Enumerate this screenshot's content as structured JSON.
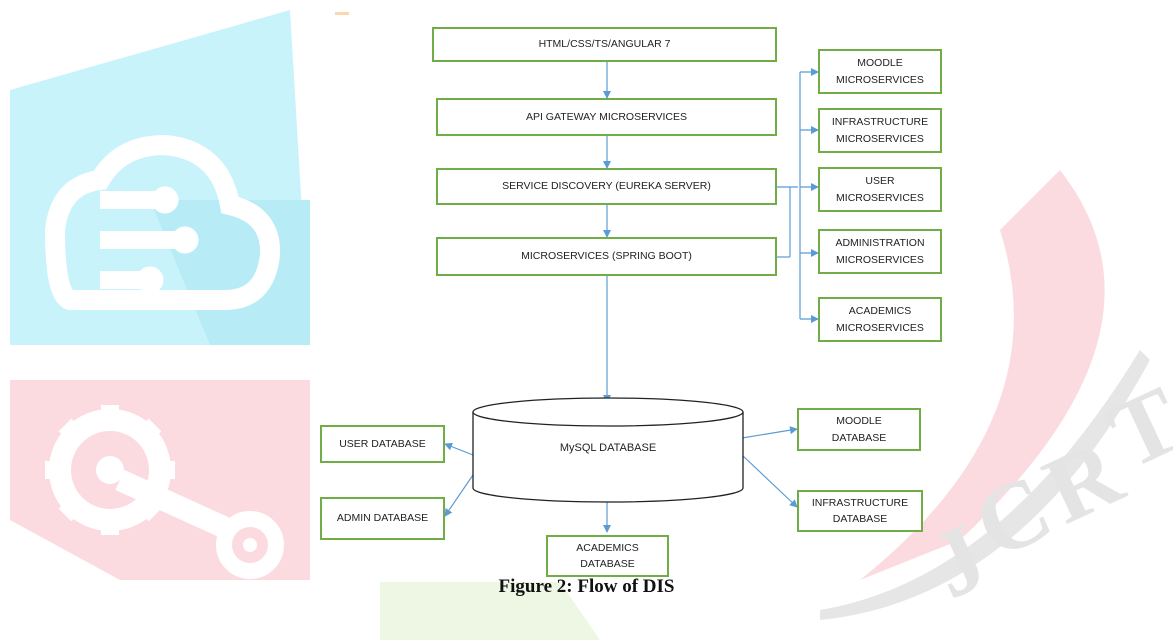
{
  "diagram": {
    "top_stack": {
      "frontend": "HTML/CSS/TS/ANGULAR 7",
      "gateway": "API GATEWAY MICROSERVICES",
      "discovery": "SERVICE DISCOVERY (EUREKA SERVER)",
      "microservices": "MICROSERVICES (SPRING BOOT)"
    },
    "services": [
      "MOODLE\nMICROSERVICES",
      "INFRASTRUCTURE\nMICROSERVICES",
      "USER\nMICROSERVICES",
      "ADMINISTRATION\nMICROSERVICES",
      "ACADEMICS\nMICROSERVICES"
    ],
    "database": "MySQL DATABASE",
    "databases": {
      "user": "USER DATABASE",
      "admin": "ADMIN DATABASE",
      "academics": "ACADEMICS\nDATABASE",
      "moodle": "MOODLE\nDATABASE",
      "infrastructure": "INFRASTRUCTURE\nDATABASE"
    }
  },
  "caption": "Figure 2: Flow of DIS",
  "colors": {
    "box_border": "#70ad47",
    "arrow": "#5b9bd5",
    "cylinder_stroke": "#222222"
  }
}
